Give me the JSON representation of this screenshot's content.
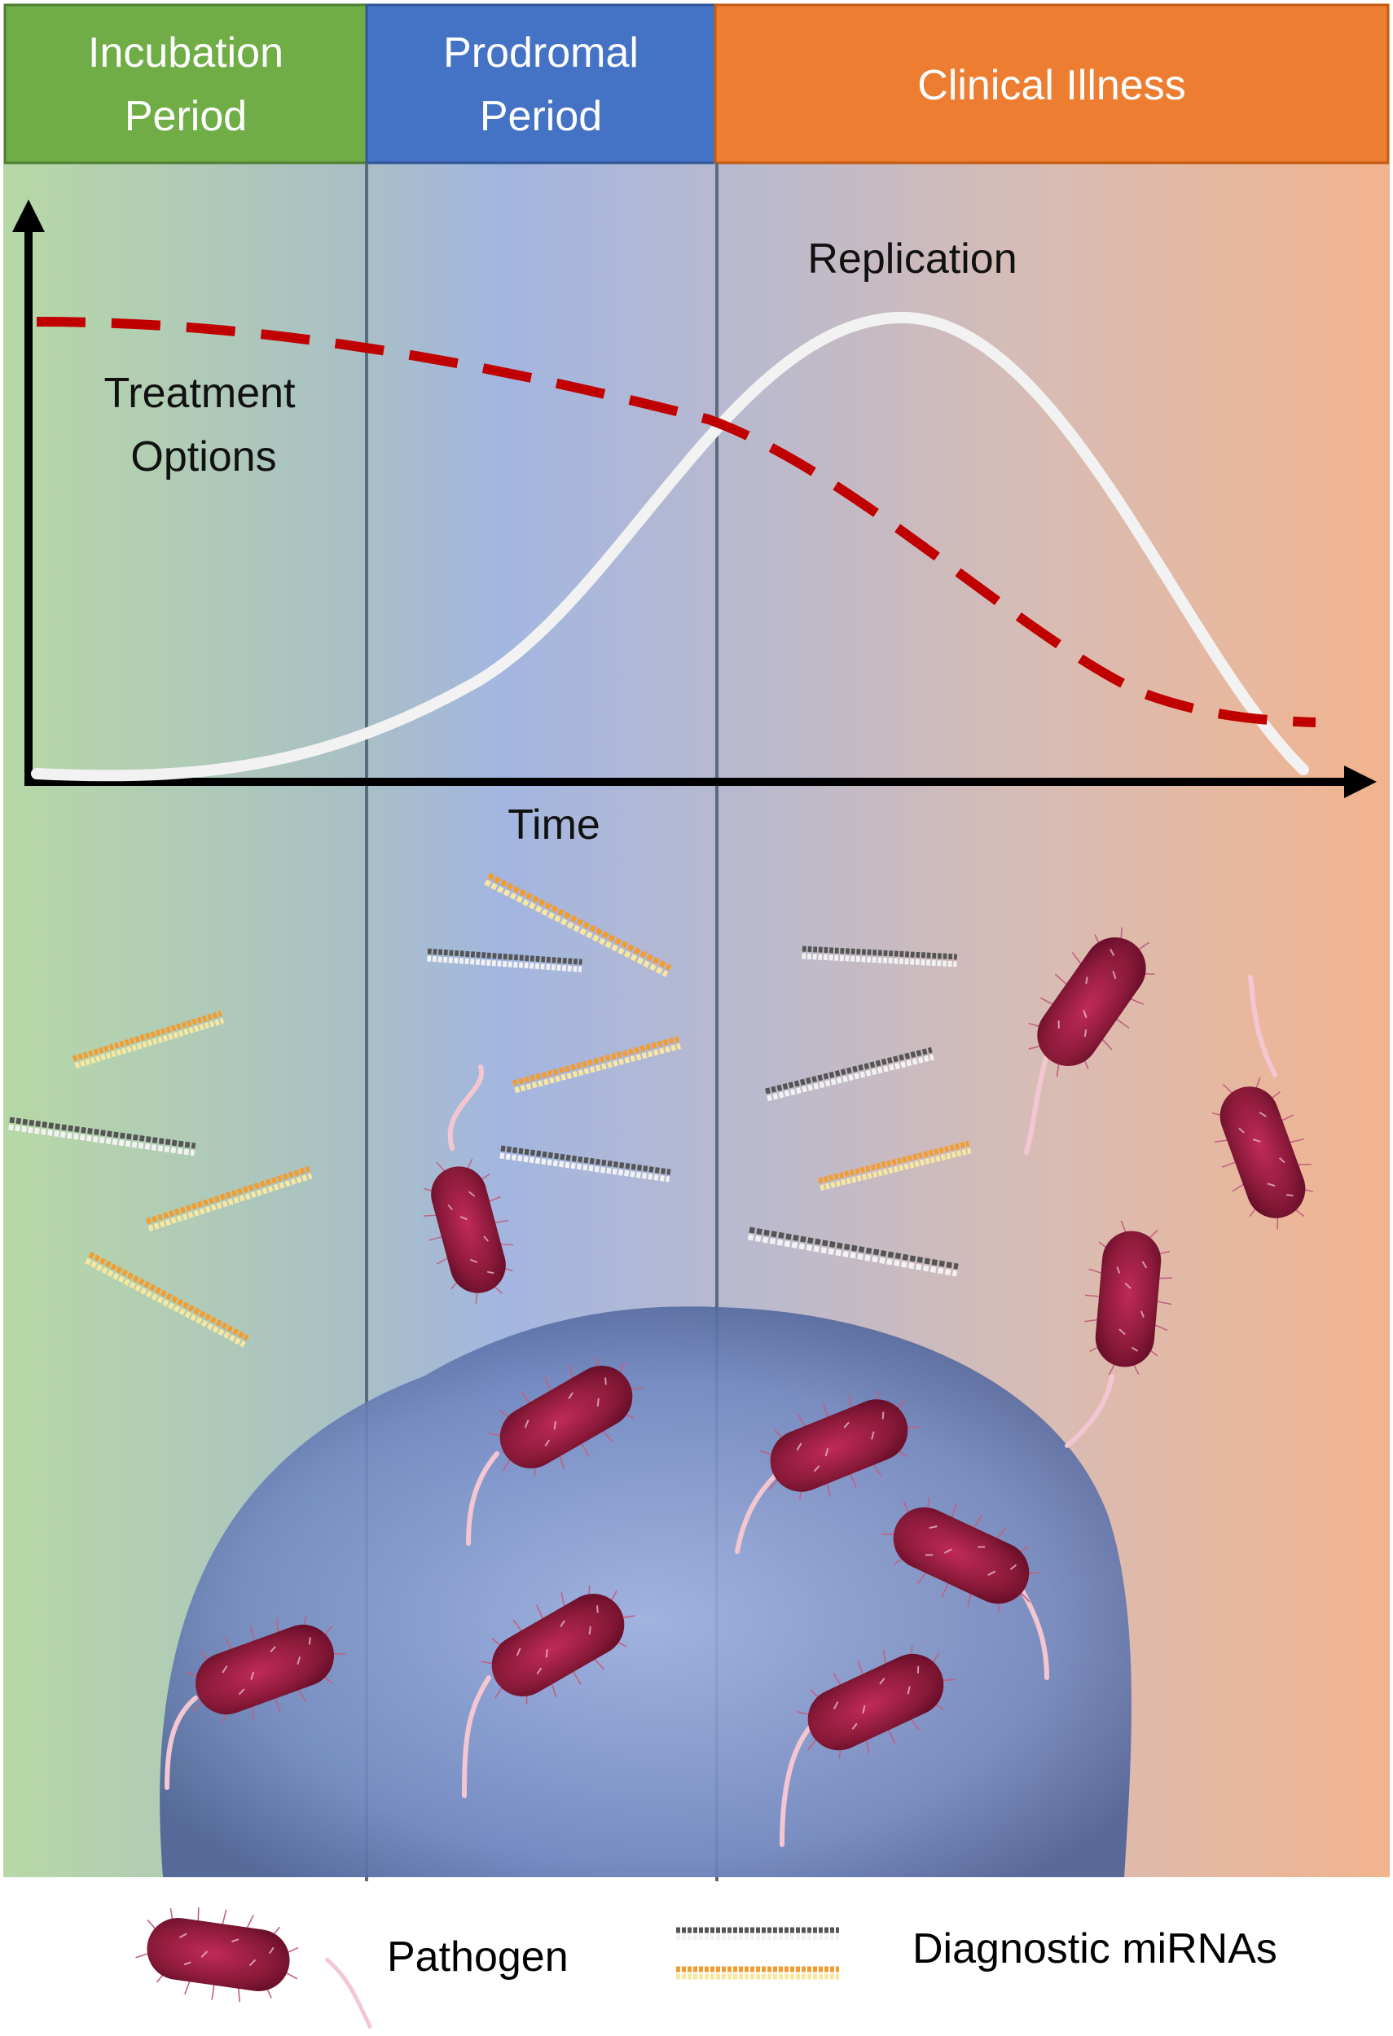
{
  "headers": [
    {
      "line1": "Incubation",
      "line2": "Period",
      "color": "#70ad47"
    },
    {
      "line1": "Prodromal",
      "line2": "Period",
      "color": "#4472c4"
    },
    {
      "line1": "Clinical Illness",
      "line2": "",
      "color": "#ed7d31"
    }
  ],
  "chart_data": {
    "type": "line",
    "xlabel": "Time",
    "ylabel": "",
    "series": [
      {
        "name": "Replication",
        "style": "solid",
        "color": "#f2f2f2"
      },
      {
        "name": "Treatment Options",
        "style": "dashed",
        "color": "#c00000"
      }
    ]
  },
  "legend": {
    "pathogen": "Pathogen",
    "mirna": "Diagnostic miRNAs"
  },
  "colors": {
    "pathogen": "#8b1a3a",
    "mirna_orange": "#f39c2f",
    "mirna_gray": "#666666",
    "cell": "#5a72a8"
  }
}
